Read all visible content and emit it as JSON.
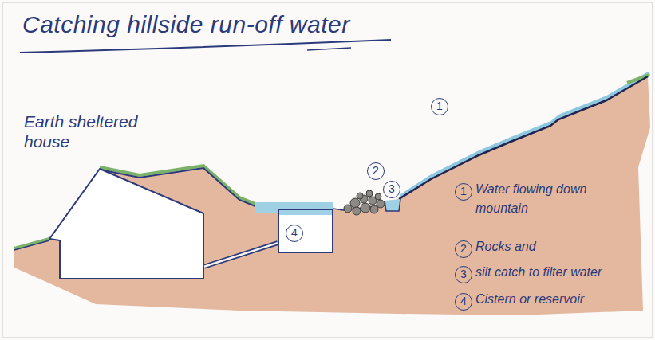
{
  "diagram": {
    "title": "Catching hillside run-off water",
    "nodes": [
      {
        "text": [
          "Earth sheltered house"
        ]
      },
      {
        "text": [
          "4"
        ]
      }
    ],
    "edges": [
      {
        "from": 1,
        "to": 0,
        "arrow": "none"
      }
    ],
    "labels": [
      "1",
      "2",
      "3",
      "1",
      "Water flowing down mountain",
      "2",
      "Rocks and",
      "3",
      "silt catch to filter water",
      "4",
      "Cistern or reservoir"
    ]
  }
}
